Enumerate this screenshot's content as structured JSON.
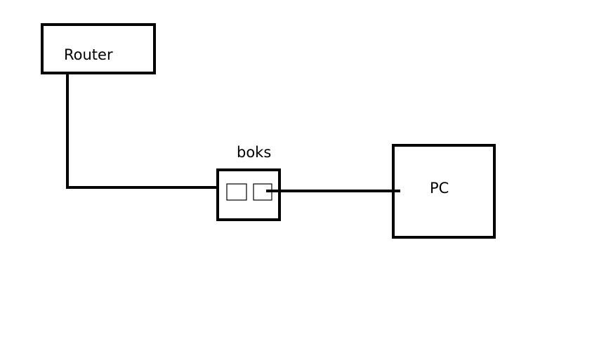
{
  "diagram": {
    "router": {
      "label": "Router"
    },
    "box": {
      "label": "boks"
    },
    "pc": {
      "label": "PC"
    }
  },
  "colors": {
    "background": "#ffffff",
    "stroke": "#000000"
  }
}
